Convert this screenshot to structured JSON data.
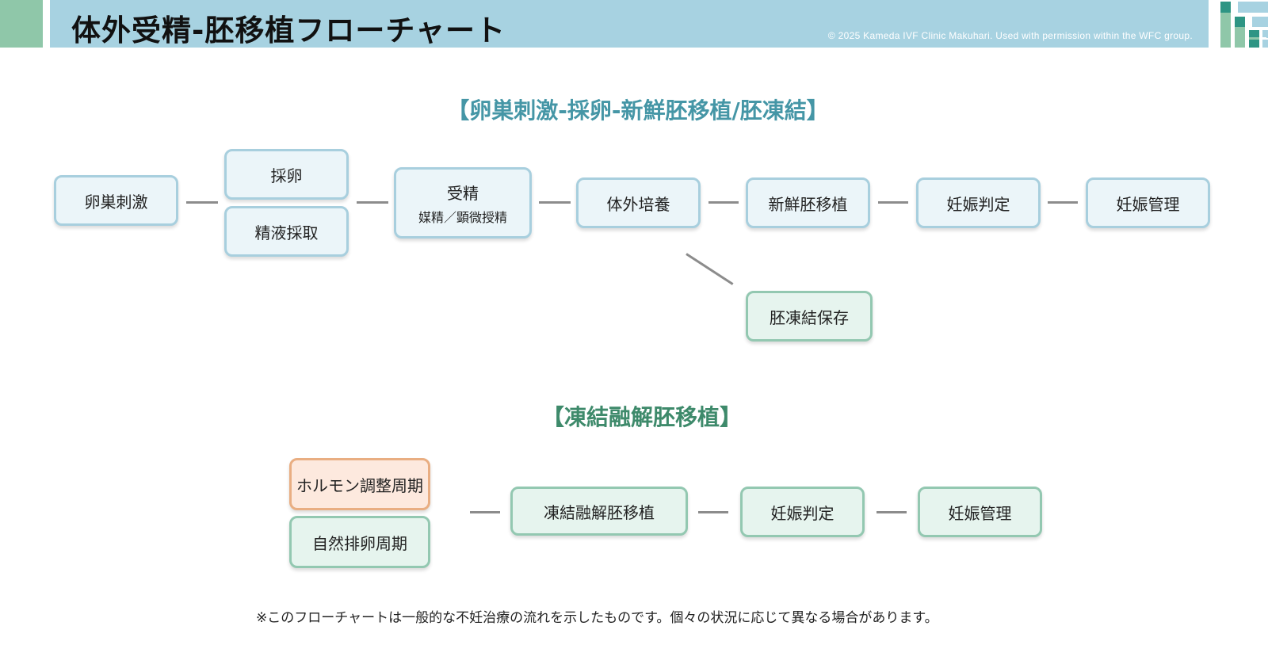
{
  "header": {
    "title": "体外受精-胚移植フローチャート",
    "copyright": "© 2025 Kameda IVF Clinic Makuhari. Used with permission within the WFC group.",
    "logo_icon": "clinic-logo-icon"
  },
  "colors": {
    "header_bg": "#a7d2e1",
    "accent_green": "#8fc7a9",
    "section1_title": "#4596a6",
    "section2_title": "#3e8a6b",
    "box_blue_border": "#a8cfde",
    "box_green_border": "#93c8b1",
    "box_orange_border": "#e9ae82",
    "connector": "#8c8c8c"
  },
  "section1": {
    "title": "【卵巣刺激-採卵-新鮮胚移植/胚凍結】",
    "steps": {
      "ovarian_stimulation": "卵巣刺激",
      "egg_retrieval": "採卵",
      "semen_collection": "精液採取",
      "fertilization": "受精",
      "fertilization_sub": "媒精／顕微授精",
      "culture": "体外培養",
      "fresh_transfer": "新鮮胚移植",
      "pregnancy_test": "妊娠判定",
      "pregnancy_management": "妊娠管理",
      "embryo_freezing": "胚凍結保存"
    }
  },
  "section2": {
    "title": "【凍結融解胚移植】",
    "steps": {
      "hormone_cycle": "ホルモン調整周期",
      "natural_cycle": "自然排卵周期",
      "frozen_transfer": "凍結融解胚移植",
      "pregnancy_test": "妊娠判定",
      "pregnancy_management": "妊娠管理"
    }
  },
  "footnote": "※このフローチャートは一般的な不妊治療の流れを示したものです。個々の状況に応じて異なる場合があります。"
}
